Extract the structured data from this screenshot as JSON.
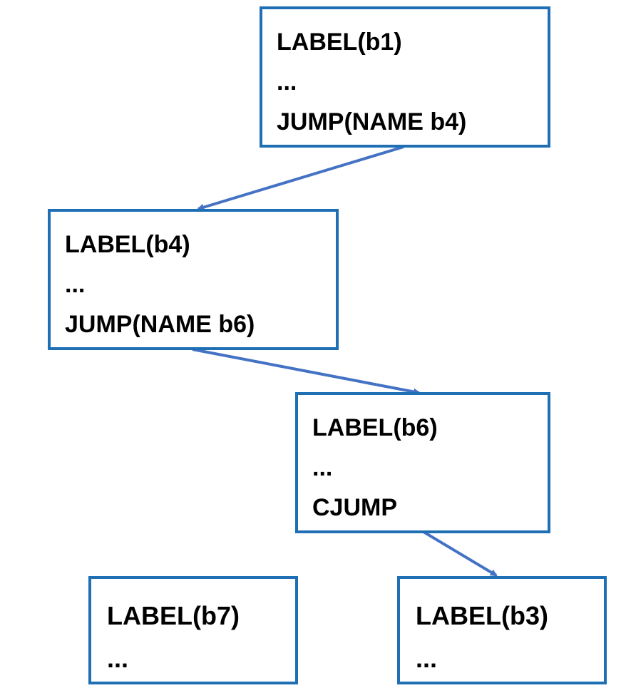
{
  "colors": {
    "box_border": "#1f6fb5",
    "arrow": "#4472c4",
    "text": "#000000",
    "background": "#ffffff"
  },
  "blocks": [
    {
      "id": "b1",
      "lines": [
        "LABEL(b1)",
        "...",
        "JUMP(NAME b4)"
      ]
    },
    {
      "id": "b4",
      "lines": [
        "LABEL(b4)",
        "...",
        "JUMP(NAME b6)"
      ]
    },
    {
      "id": "b6",
      "lines": [
        "LABEL(b6)",
        "...",
        "CJUMP"
      ]
    },
    {
      "id": "b7",
      "lines": [
        "LABEL(b7)",
        "..."
      ]
    },
    {
      "id": "b3",
      "lines": [
        "LABEL(b3)",
        "..."
      ]
    }
  ],
  "edges": [
    {
      "from": "b1",
      "to": "b4"
    },
    {
      "from": "b4",
      "to": "b6"
    },
    {
      "from": "b6",
      "to": "b3"
    }
  ]
}
